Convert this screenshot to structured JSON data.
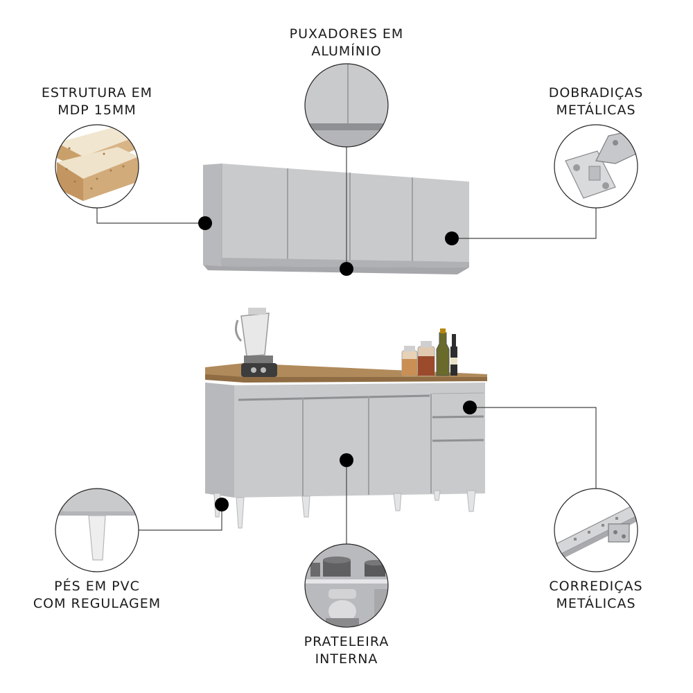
{
  "callouts": {
    "puxadores": {
      "line1": "PUXADORES EM",
      "line2": "ALUMÍNIO",
      "icon": "aluminum-handle-detail"
    },
    "estrutura": {
      "line1": "ESTRUTURA EM",
      "line2": "MDP 15MM",
      "icon": "mdp-board-detail"
    },
    "dobradicas": {
      "line1": "DOBRADIÇAS",
      "line2": "METÁLICAS",
      "icon": "metal-hinge-detail"
    },
    "pes": {
      "line1": "PÉS EM PVC",
      "line2": "COM REGULAGEM",
      "icon": "pvc-foot-detail"
    },
    "prateleira": {
      "line1": "PRATELEIRA",
      "line2": "INTERNA",
      "icon": "inner-shelf-detail"
    },
    "corredicas": {
      "line1": "CORREDIÇAS",
      "line2": "METÁLICAS",
      "icon": "metal-slide-detail"
    }
  },
  "colors": {
    "cabinet": "#c9cacc",
    "cabinet_shadow": "#b4b5b8",
    "countertop": "#b08a5a",
    "marker": "#000000",
    "leader_line": "#444444"
  }
}
